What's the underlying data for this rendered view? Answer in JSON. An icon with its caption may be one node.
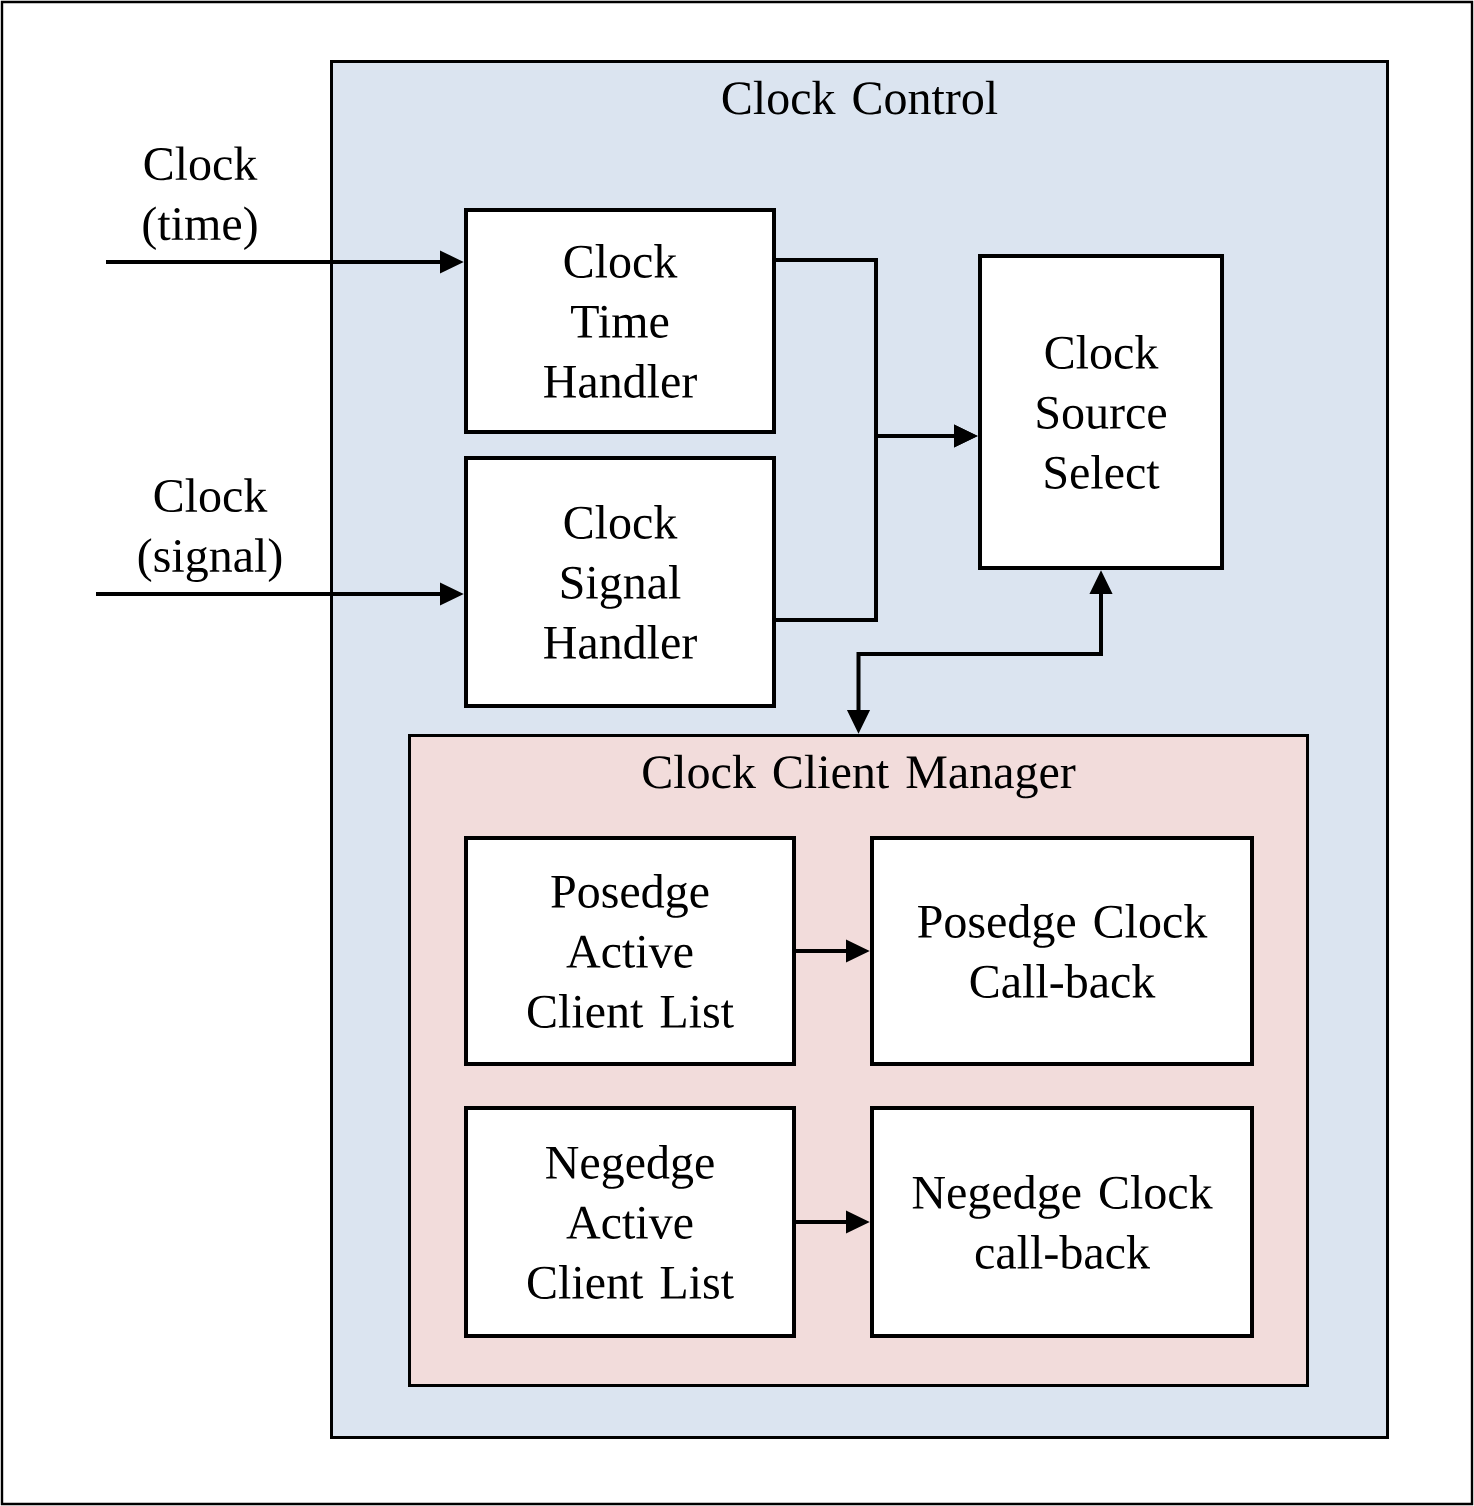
{
  "diagram": {
    "nodes": [
      {
        "text": [
          "Clock Control"
        ]
      },
      {
        "text": [
          "Clock (time)"
        ]
      },
      {
        "text": [
          "Clock Time Handler"
        ],
        "in": 0
      },
      {
        "text": [
          "Clock (signal)"
        ]
      },
      {
        "text": [
          "Clock Signal Handler"
        ],
        "in": 0
      },
      {
        "text": [
          "Clock Source Select"
        ],
        "in": 0
      },
      {
        "text": [
          "Clock Client Manager"
        ],
        "in": 0
      },
      {
        "text": [
          "Posedge Active Client List"
        ],
        "in": 6
      },
      {
        "text": [
          "Posedge Clock Call-back"
        ],
        "in": 6
      },
      {
        "text": [
          "Negedge Active Client List"
        ],
        "in": 6
      },
      {
        "text": [
          "Negedge Clock call-back"
        ],
        "in": 6
      }
    ],
    "edges": [
      {
        "from": 1,
        "to": 2,
        "arrow": "to"
      },
      {
        "from": 3,
        "to": 4,
        "arrow": "to"
      },
      {
        "from": 2,
        "to": 5,
        "arrow": "to"
      },
      {
        "from": 4,
        "to": 5,
        "arrow": "to"
      },
      {
        "from": 5,
        "to": 6,
        "arrow": "both"
      },
      {
        "from": 7,
        "to": 8,
        "arrow": "to"
      },
      {
        "from": 9,
        "to": 10,
        "arrow": "to"
      }
    ]
  }
}
